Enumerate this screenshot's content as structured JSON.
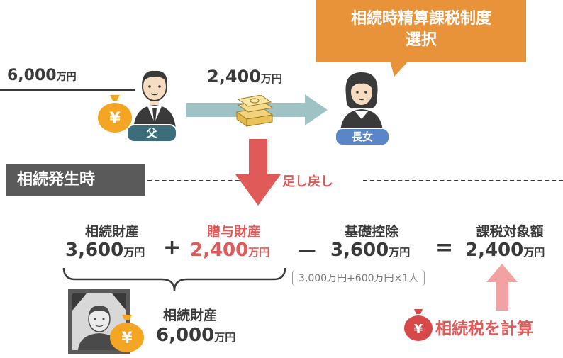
{
  "top": {
    "father_amount": "6,000",
    "father_unit": "万円",
    "father_badge": "父",
    "gift_amount": "2,400",
    "gift_unit": "万円",
    "daughter_badge": "長女",
    "callout_line1": "相続時精算課税制度",
    "callout_line2": "選択"
  },
  "mid": {
    "section_label": "相続発生時",
    "addback_label": "足し戻し"
  },
  "formula": {
    "item1_label": "相続財産",
    "item1_value": "3,600",
    "item1_unit": "万円",
    "plus": "+",
    "item2_label": "贈与財産",
    "item2_value": "2,400",
    "item2_unit": "万円",
    "minus": "－",
    "item3_label": "基礎控除",
    "item3_value": "3,600",
    "item3_unit": "万円",
    "equals": "=",
    "item4_label": "課税対象額",
    "item4_value": "2,400",
    "item4_unit": "万円",
    "deduction_note": "3,000万円+600万円×1人"
  },
  "bottom": {
    "estate_label": "相続財産",
    "estate_value": "6,000",
    "estate_unit": "万円",
    "calc_label": "相続税を計算"
  },
  "colors": {
    "callout": "#e8923a",
    "arrow_teal": "#9fc3c5",
    "arrow_red": "#e05a5a",
    "arrow_pink": "#f2a2a2",
    "badge_father": "#3b6e7a",
    "badge_daughter": "#5a85c8",
    "section_bg": "#5a5a5a",
    "yen_gold": "#f5a524",
    "yen_red": "#d84848"
  }
}
